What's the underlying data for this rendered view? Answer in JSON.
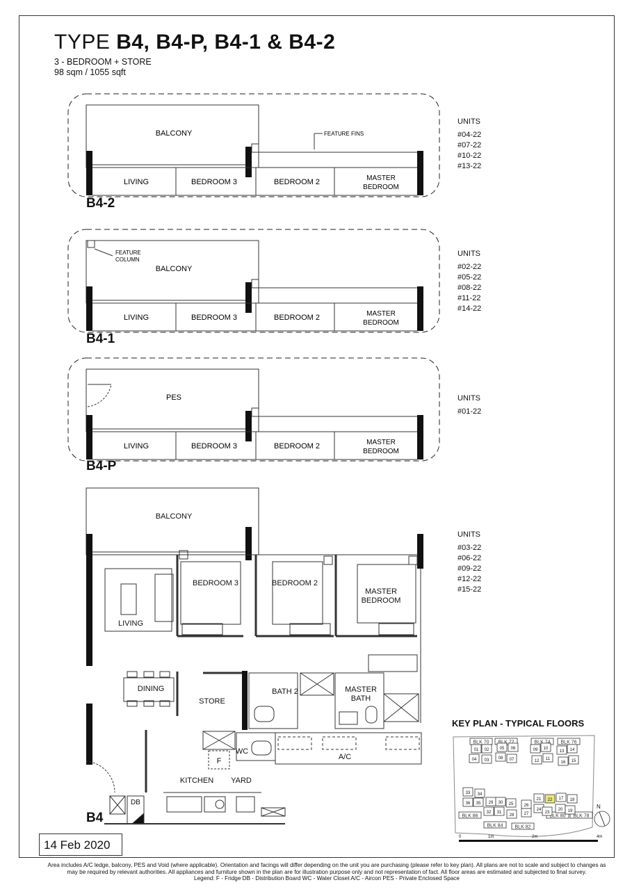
{
  "title": {
    "prefix": "TYPE ",
    "types": "B4, B4-P, B4-1 & B4-2"
  },
  "subtitle": {
    "rooms": "3 - BEDROOM + STORE",
    "area": "98 sqm / 1055 sqft"
  },
  "plans": [
    {
      "label": "B4-2",
      "outdoor": "BALCONY",
      "note": "FEATURE FINS",
      "rooms": [
        "LIVING",
        "BEDROOM 3",
        "BEDROOM 2",
        "MASTER",
        "BEDROOM"
      ],
      "units_title": "UNITS",
      "units": [
        "#04-22",
        "#07-22",
        "#10-22",
        "#13-22"
      ]
    },
    {
      "label": "B4-1",
      "outdoor": "BALCONY",
      "note": "FEATURE",
      "note2": "COLUMN",
      "rooms": [
        "LIVING",
        "BEDROOM 3",
        "BEDROOM 2",
        "MASTER",
        "BEDROOM"
      ],
      "units_title": "UNITS",
      "units": [
        "#02-22",
        "#05-22",
        "#08-22",
        "#11-22",
        "#14-22"
      ]
    },
    {
      "label": "B4-P",
      "outdoor": "PES",
      "rooms": [
        "LIVING",
        "BEDROOM 3",
        "BEDROOM 2",
        "MASTER",
        "BEDROOM"
      ],
      "units_title": "UNITS",
      "units": [
        "#01-22"
      ]
    },
    {
      "label": "B4",
      "outdoor": "BALCONY",
      "rooms": [
        "LIVING",
        "BEDROOM 3",
        "BEDROOM 2",
        "MASTER",
        "BEDROOM",
        "DINING",
        "STORE",
        "BATH 2",
        "MASTER",
        "BATH",
        "WC",
        "F",
        "KITCHEN",
        "YARD",
        "A/C",
        "DB"
      ],
      "units_title": "UNITS",
      "units": [
        "#03-22",
        "#06-22",
        "#09-22",
        "#12-22",
        "#15-22"
      ]
    }
  ],
  "key_plan": {
    "title": "KEY PLAN - TYPICAL FLOORS",
    "blocks": [
      "BLK 70",
      "BLK 72",
      "BLK 74",
      "BLK 76",
      "BLK 86",
      "BLK 84",
      "BLK 82",
      "BLK 80",
      "BLK 78"
    ],
    "units": [
      "01",
      "02",
      "05",
      "06",
      "04",
      "03",
      "08",
      "07",
      "09",
      "10",
      "13",
      "14",
      "12",
      "11",
      "16",
      "15",
      "33",
      "34",
      "36",
      "35",
      "29",
      "30",
      "32",
      "31",
      "25",
      "26",
      "28",
      "27",
      "21",
      "22",
      "17",
      "18",
      "24",
      "23",
      "20",
      "19"
    ],
    "highlight": "22",
    "highlight_color": "#e8e87a",
    "north": "N",
    "scale": [
      "0",
      "1m",
      "2m",
      "4m"
    ]
  },
  "date": "14 Feb 2020",
  "footer": {
    "line1": "Area includes A/C ledge, balcony, PES and Void (where applicable). Orientation and facings will differ depending on the unit you are purchasing (please refer to key plan). All plans are not to scale and subject to changes as",
    "line2": "may be required by relevant authorities. All appliances and furniture shown in the plan are for illustration purpose only and not representation of fact. All floor areas are estimated and subjected to final survey.",
    "legend": "Legend:    F - Fridge     DB - Distribution Board       WC - Water Closet        A/C - Aircon     PES - Private Enclosed Space"
  }
}
